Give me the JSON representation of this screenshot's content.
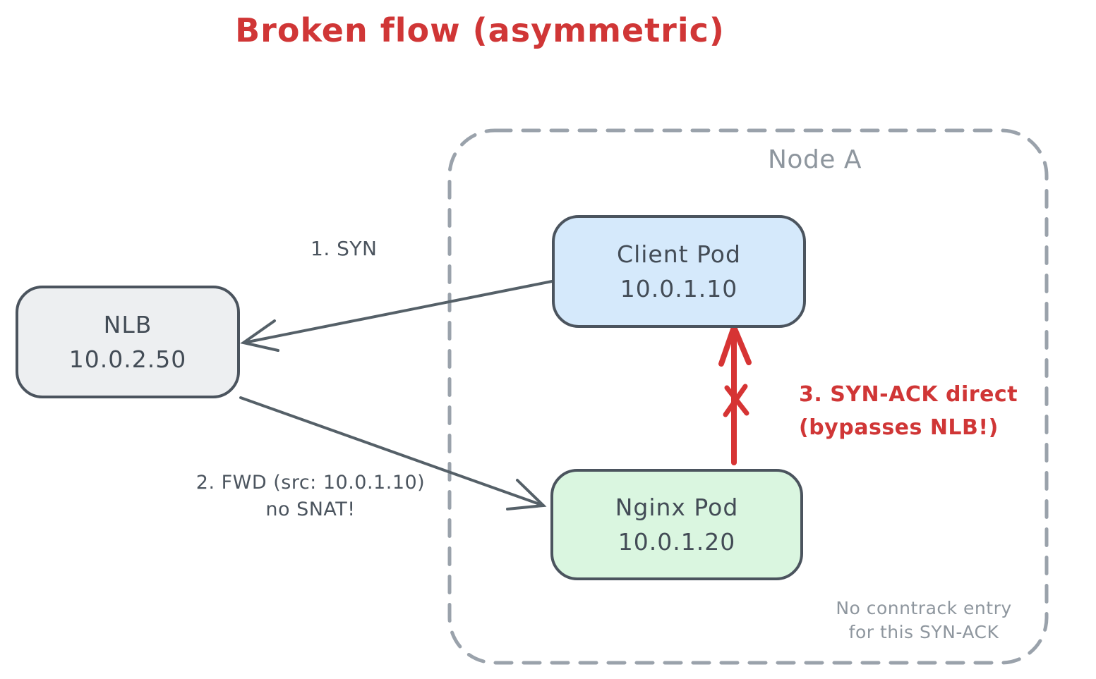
{
  "title": "Broken flow (asymmetric)",
  "colors": {
    "title_red": "#d03636",
    "blocked_arrow_red": "#d63434",
    "stroke_dark": "#4b545e",
    "muted_gray": "#9aa2ab",
    "nlb_fill": "#edeff1",
    "client_pod_fill": "#d5e9fb",
    "nginx_pod_fill": "#daf6e0"
  },
  "group": {
    "label": "Node A",
    "note_line1": "No conntrack entry",
    "note_line2": "for this SYN-ACK"
  },
  "nodes": {
    "nlb": {
      "name": "NLB",
      "ip": "10.0.2.50"
    },
    "client_pod": {
      "name": "Client Pod",
      "ip": "10.0.1.10"
    },
    "nginx_pod": {
      "name": "Nginx Pod",
      "ip": "10.0.1.20"
    }
  },
  "edges": {
    "syn": {
      "label": "1. SYN"
    },
    "fwd": {
      "line1": "2. FWD (src: 10.0.1.10)",
      "line2": "no SNAT!"
    },
    "synack": {
      "line1": "3. SYN-ACK direct",
      "line2": "(bypasses NLB!)"
    }
  }
}
